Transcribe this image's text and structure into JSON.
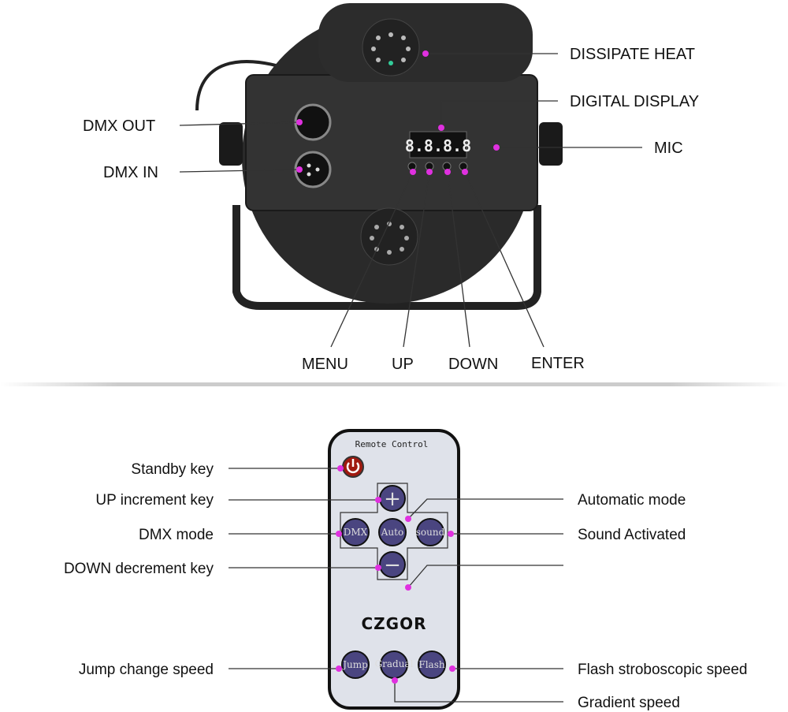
{
  "device": {
    "display_readout": "8.8.8.8",
    "labels": {
      "dissipate_heat": "DISSIPATE HEAT",
      "digital_display": "DIGITAL DISPLAY",
      "mic": "MIC",
      "dmx_out": "DMX OUT",
      "dmx_in": "DMX IN",
      "menu": "MENU",
      "up": "UP",
      "down": "DOWN",
      "enter": "ENTER"
    }
  },
  "remote": {
    "title": "Remote Control",
    "brand": "CZGOR",
    "buttons": {
      "plus": "+",
      "minus": "−",
      "dmx": "DMX",
      "auto": "Auto",
      "sound": "sound",
      "jump": "Jump",
      "gradual": "Gradual",
      "flash": "Flash"
    },
    "labels": {
      "standby": "Standby key",
      "up_increment": "UP increment key",
      "dmx_mode": "DMX mode",
      "down_decrement": "DOWN decrement key",
      "jump_speed": "Jump change speed",
      "automatic": "Automatic mode",
      "sound_activated": "Sound Activated",
      "flash_speed": "Flash stroboscopic speed",
      "gradient_speed": "Gradient speed"
    }
  },
  "colors": {
    "callout_dot": "#e030e0",
    "line": "#333333"
  }
}
